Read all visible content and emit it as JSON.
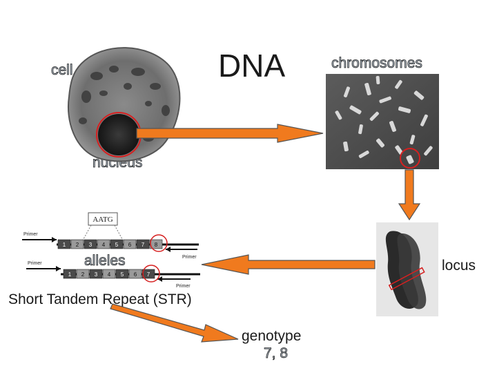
{
  "labels": {
    "cell": "cell",
    "dna": "DNA",
    "chromosomes": "chromosomes",
    "nucleus": "nucleus",
    "alleles": "alleles",
    "locus": "locus",
    "str": "Short Tandem Repeat (STR)",
    "genotype": "genotype",
    "genotype_value": "7, 8"
  },
  "str_figure": {
    "motif": "AATG",
    "primer": "Primer",
    "allele_a_repeats": [
      "1",
      "2",
      "3",
      "4",
      "5",
      "6",
      "7",
      "8"
    ],
    "allele_b_repeats": [
      "1",
      "2",
      "3",
      "4",
      "5",
      "6",
      "7"
    ]
  },
  "colors": {
    "arrow_fill": "#f07a1e",
    "arrow_stroke": "#555555",
    "highlight_circle": "#d62020"
  }
}
